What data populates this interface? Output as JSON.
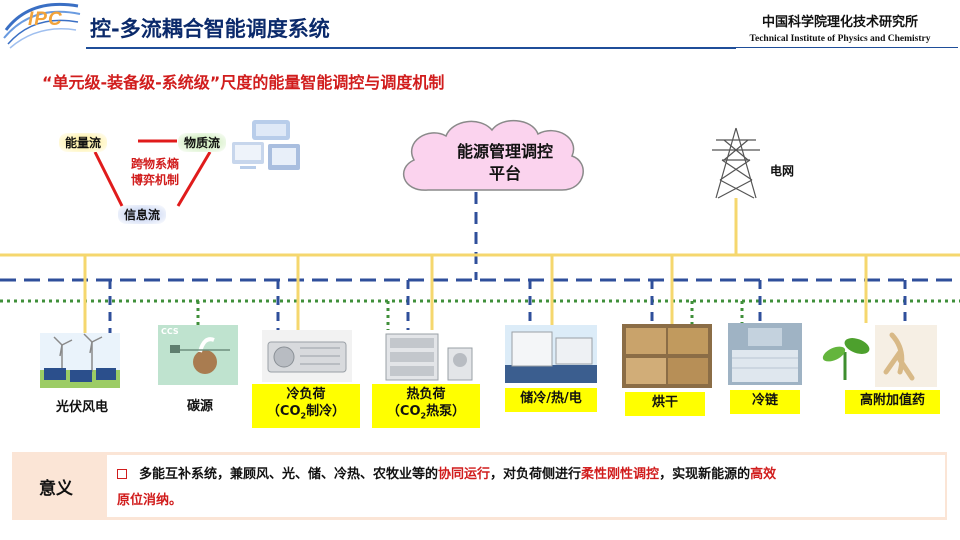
{
  "header": {
    "logo": "IPC",
    "title": "控-多流耦合智能调度系统",
    "institute_cn": "中国科学院理化技术研究所",
    "institute_en": "Technical Institute of Physics and Chemistry"
  },
  "subtitle": "“单元级-装备级-系统级”尺度的能量智能调控与调度机制",
  "triangle": {
    "energy": "能量流",
    "matter": "物质流",
    "info": "信息流",
    "center_line1": "跨物系熵",
    "center_line2": "博弈机制"
  },
  "platform": {
    "line1": "能源管理调控",
    "line2": "平台"
  },
  "grid_label": "电网",
  "items": {
    "pv_wind": "光伏风电",
    "carbon": "碳源",
    "cold_load_1": "冷负荷",
    "cold_load_2a": "（CO",
    "cold_load_2b": "2",
    "cold_load_2c": "制冷）",
    "heat_load_1": "热负荷",
    "heat_load_2a": "（CO",
    "heat_load_2b": "2",
    "heat_load_2c": "热泵）",
    "storage": "储冷/热/电",
    "drying": "烘干",
    "cold_chain": "冷链",
    "medicine": "高附加值药",
    "ccs_tag": "CCS"
  },
  "meaning": {
    "label": "意义",
    "p1": "多能互补系统，兼顾风、光、储、冷热、农牧业等的",
    "p2": "协同运行",
    "p3": "，对负荷侧进行",
    "p4": "柔性刚性调控",
    "p5": "，实现新能源的",
    "p6": "高效",
    "p7": "原位消纳。"
  },
  "colors": {
    "title_blue": "#0b2a6b",
    "accent_red": "#d11d1d",
    "power_line": "#f5d76e",
    "dash_blue": "#2f4f9b",
    "dot_green": "#3f8f3a",
    "label_yellow": "#ffff00",
    "panel_bg": "#fbe5d6"
  }
}
